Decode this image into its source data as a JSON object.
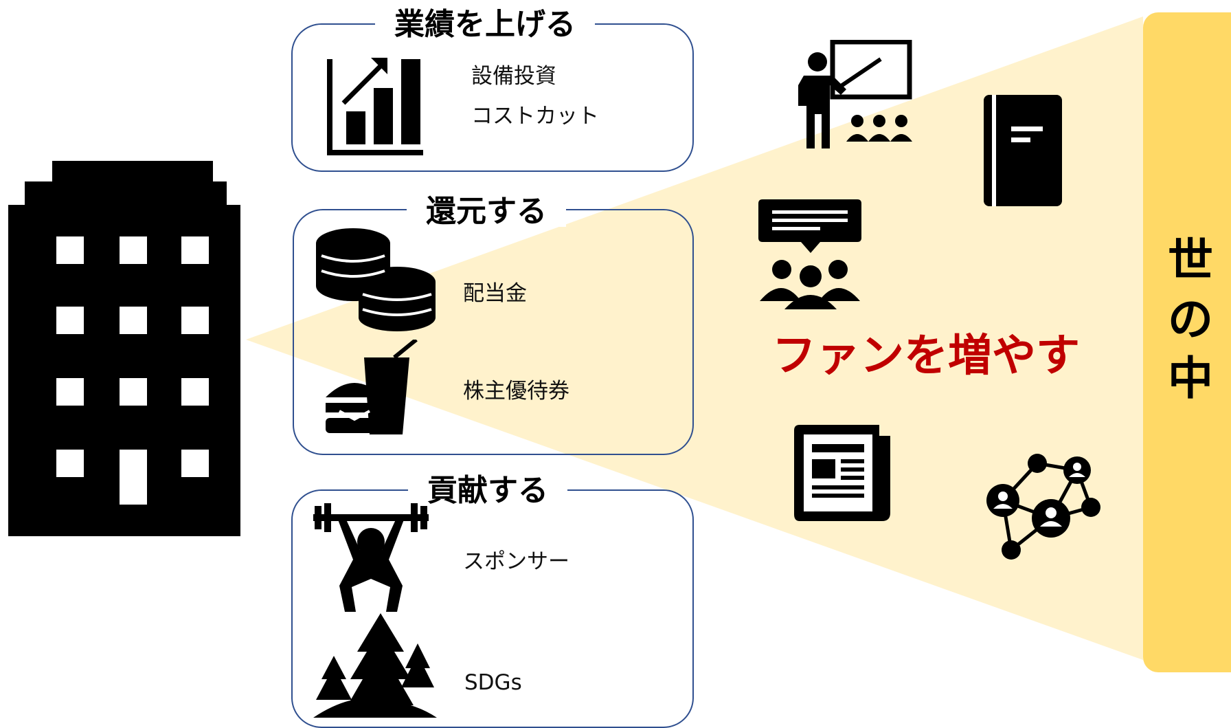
{
  "colors": {
    "accent_red": "#c00000",
    "beam_fill": "#fff2cc",
    "world_bar": "#ffd966",
    "box_border": "#2f4f8f"
  },
  "sections": [
    {
      "title": "業績を上げる",
      "icon": "bar-chart-growth-icon",
      "items": [
        {
          "text": "設備投資"
        },
        {
          "text": "コストカット"
        }
      ]
    },
    {
      "title": "還元する",
      "items": [
        {
          "text": "配当金",
          "icon": "coin-stacks-icon"
        },
        {
          "text": "株主優待券",
          "icon": "burger-drink-icon"
        }
      ]
    },
    {
      "title": "貢献する",
      "items": [
        {
          "text": "スポンサー",
          "icon": "weightlifter-icon"
        },
        {
          "text": "SDGs",
          "icon": "forest-icon"
        }
      ]
    }
  ],
  "center_label": "ファンを増やす",
  "world": {
    "chars": [
      "世",
      "の",
      "中"
    ]
  },
  "icons": {
    "company": "office-building-icon",
    "right": [
      "presentation-icon",
      "notebook-icon",
      "discussion-group-icon",
      "newspaper-icon",
      "network-people-icon"
    ]
  }
}
